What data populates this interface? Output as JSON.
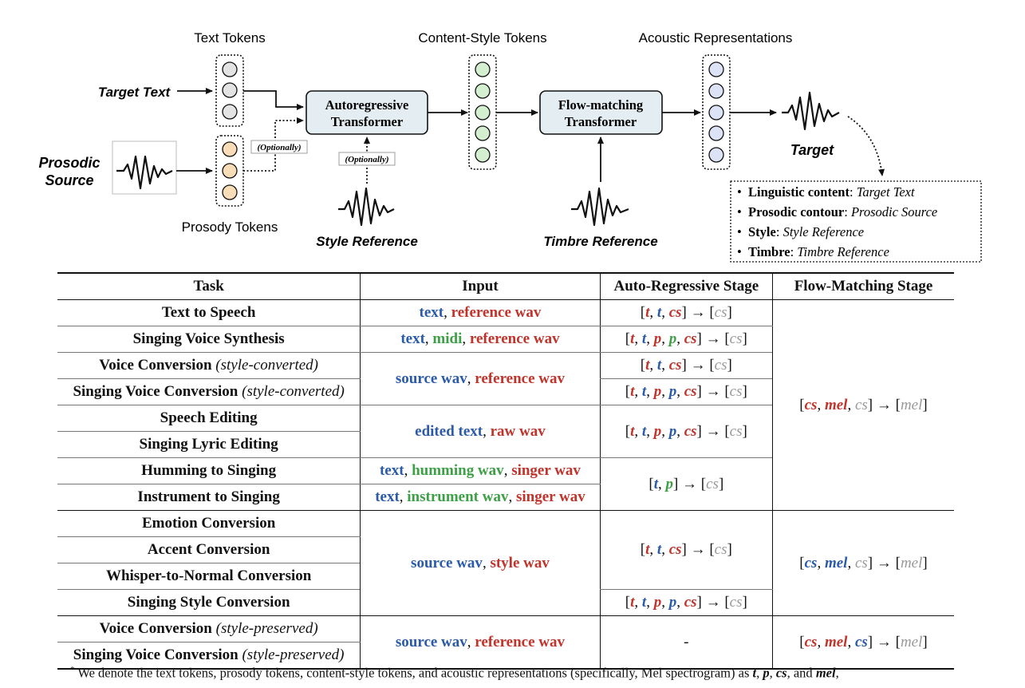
{
  "diagram": {
    "text_tokens_label": "Text Tokens",
    "content_style_label": "Content-Style Tokens",
    "acoustic_label": "Acoustic Representations",
    "target_text": "Target Text",
    "prosodic_source_line1": "Prosodic",
    "prosodic_source_line2": "Source",
    "prosody_tokens_label": "Prosody Tokens",
    "optionally_1": "(Optionally)",
    "optionally_2": "(Optionally)",
    "ar_line1": "Autoregressive",
    "ar_line2": "Transformer",
    "fm_line1": "Flow-matching",
    "fm_line2": "Transformer",
    "style_reference": "Style Reference",
    "timbre_reference": "Timbre Reference",
    "target": "Target",
    "legend": [
      {
        "key": "Linguistic content",
        "value": "Target Text"
      },
      {
        "key": "Prosodic contour",
        "value": "Prosodic Source"
      },
      {
        "key": "Style",
        "value": "Style Reference"
      },
      {
        "key": "Timbre",
        "value": "Timbre Reference"
      }
    ],
    "colors": {
      "gray_token": "#e3e3e3",
      "orange_token": "#f9dcb8",
      "green_token": "#d4efd0",
      "blue_token": "#dde3f7",
      "box_fill": "#e4eef2"
    }
  },
  "table": {
    "headers": [
      "Task",
      "Input",
      "Auto-Regressive Stage",
      "Flow-Matching Stage"
    ],
    "rows": {
      "tts": "Text to Speech",
      "svs": "Singing Voice Synthesis",
      "vc_sc": "Voice Conversion",
      "svc_sc": "Singing Voice Conversion",
      "style_converted": "(style-converted)",
      "se": "Speech Editing",
      "sle": "Singing Lyric Editing",
      "h2s": "Humming to Singing",
      "i2s": "Instrument to Singing",
      "emo": "Emotion Conversion",
      "acc": "Accent Conversion",
      "whisper": "Whisper-to-Normal Conversion",
      "ssc": "Singing Style Conversion",
      "vc_sp": "Voice Conversion",
      "svc_sp": "Singing Voice Conversion",
      "style_preserved": "(style-preserved)"
    },
    "inputs": {
      "text": "text",
      "reference_wav": "reference wav",
      "midi": "midi",
      "source_wav": "source wav",
      "edited_text": "edited text",
      "raw_wav": "raw wav",
      "humming_wav": "humming wav",
      "singer_wav": "singer wav",
      "instrument_wav": "instrument wav",
      "style_wav": "style wav",
      "comma": ", "
    },
    "symbols": {
      "t": "t",
      "p": "p",
      "cs": "cs",
      "mel": "mel",
      "arrow": "→",
      "dash": "-"
    }
  },
  "footnote": {
    "marker": "*",
    "text": "We denote the text tokens, prosody tokens, content-style tokens, and acoustic representations (specifically, Mel spectrogram) as",
    "t": "t",
    "p": "p",
    "cs": "cs",
    "mel": "mel",
    "and": "and"
  }
}
